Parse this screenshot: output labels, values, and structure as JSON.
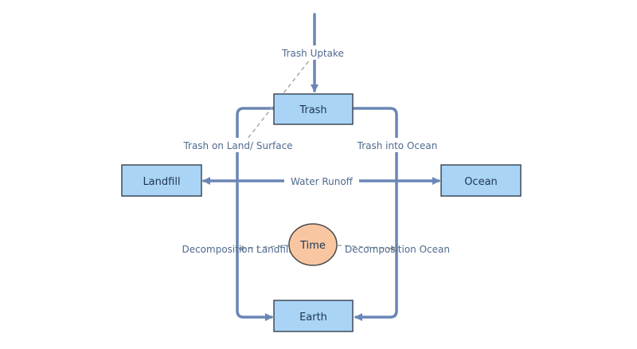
{
  "diagram": {
    "nodes": {
      "trash": "Trash",
      "landfill": "Landfill",
      "ocean": "Ocean",
      "earth": "Earth",
      "time": "Time"
    },
    "edges": {
      "trash_uptake": "Trash Uptake",
      "trash_on_land": "Trash on Land/ Surface",
      "trash_into_ocean": "Trash into Ocean",
      "water_runoff": "Water Runoff",
      "decomposition_landfill": "Decomposition Landfill",
      "decomposition_ocean": "Decomposition Ocean"
    },
    "colors": {
      "box_fill": "#a9d4f5",
      "box_stroke": "#3e4a5a",
      "connector": "#6a86b6",
      "dashed": "#a8a8a8",
      "time_fill": "#f8c7a2",
      "time_stroke": "#4a4a4a",
      "label_text": "#4f6a8f"
    }
  }
}
